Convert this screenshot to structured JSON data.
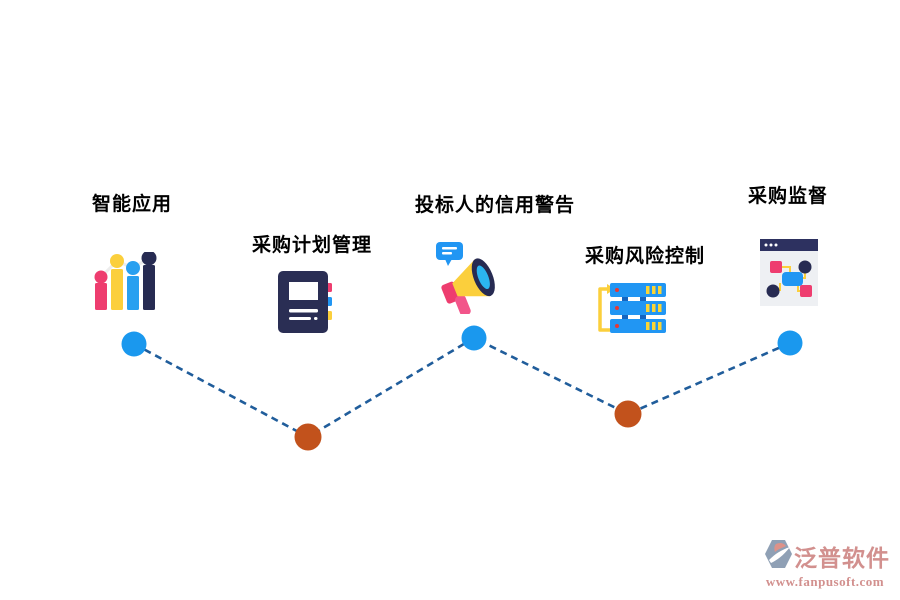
{
  "diagram": {
    "type": "zigzag-timeline",
    "nodes": [
      {
        "label": "智能应用",
        "icon": "bar-chart-icon",
        "dot_color": "#1a98ee"
      },
      {
        "label": "采购计划管理",
        "icon": "notebook-icon",
        "dot_color": "#c2521c"
      },
      {
        "label": "投标人的信用警告",
        "icon": "megaphone-icon",
        "dot_color": "#1a98ee"
      },
      {
        "label": "采购风险控制",
        "icon": "server-stack-icon",
        "dot_color": "#c2521c"
      },
      {
        "label": "采购监督",
        "icon": "flowchart-window-icon",
        "dot_color": "#1a98ee"
      }
    ]
  },
  "watermark": {
    "brand": "泛普软件",
    "url": "www.fanpusoft.com"
  },
  "colors": {
    "background": "#ffffff",
    "connector_line": "#205d9b",
    "dot_blue": "#1a98ee",
    "dot_orange": "#c2521c",
    "label_text": "#000000",
    "brand_text": "#d2908e",
    "icon_pink": "#ee3d6f",
    "icon_yellow": "#fbcf3c",
    "icon_blue": "#2196f3",
    "icon_navy": "#272b52"
  }
}
